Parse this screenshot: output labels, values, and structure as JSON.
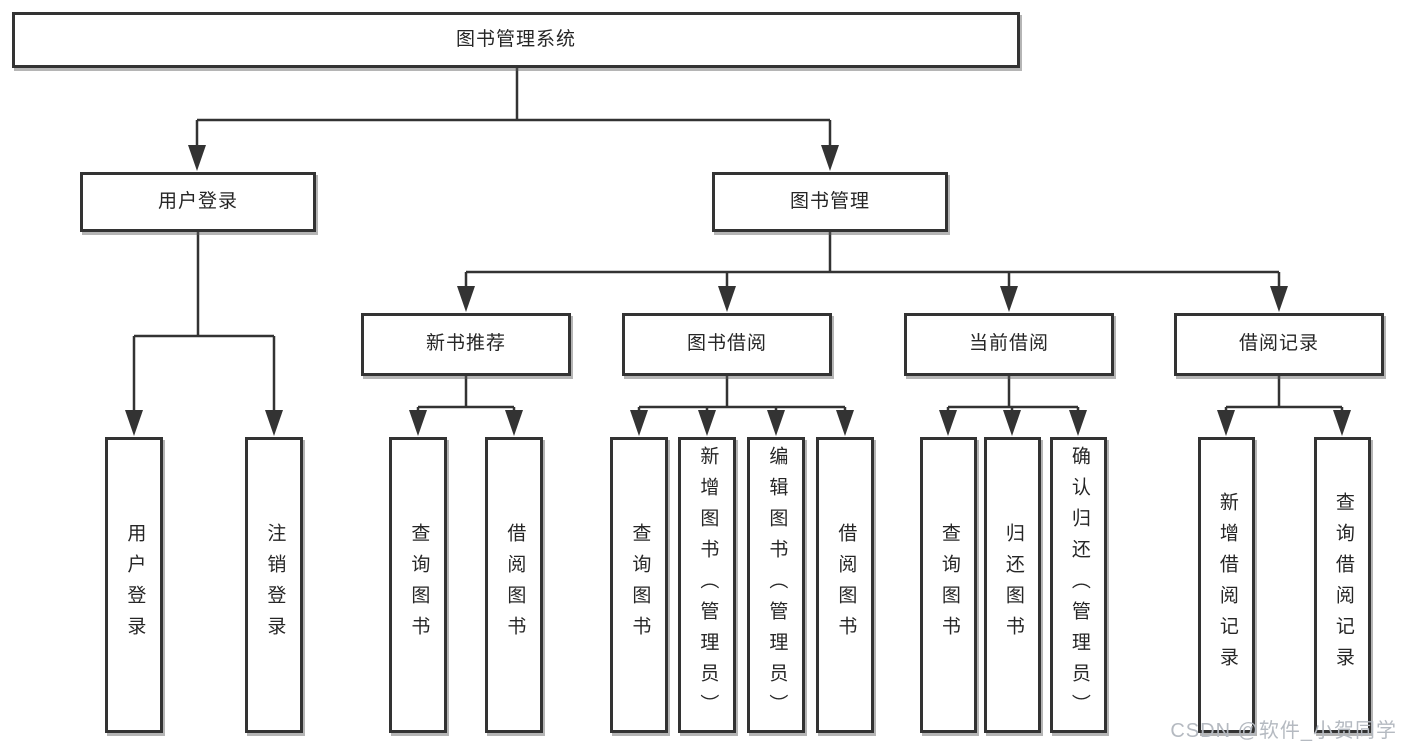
{
  "page": {
    "watermark": "CSDN @软件_小贺同学"
  },
  "colors": {
    "line": "#333333",
    "box_border": "#333333",
    "text": "#262626",
    "background": "#ffffff",
    "watermark": "#b5bac1"
  },
  "tree": {
    "root": {
      "label": "图书管理系统"
    },
    "level2": [
      {
        "label": "用户登录"
      },
      {
        "label": "图书管理"
      }
    ],
    "level3": [
      {
        "label": "新书推荐"
      },
      {
        "label": "图书借阅"
      },
      {
        "label": "当前借阅"
      },
      {
        "label": "借阅记录"
      }
    ],
    "leaves": {
      "user_login": [
        {
          "label": "用户登录"
        },
        {
          "label": "注销登录"
        }
      ],
      "new_book_recommend": [
        {
          "label": "查询图书"
        },
        {
          "label": "借阅图书"
        }
      ],
      "book_borrow": [
        {
          "label": "查询图书"
        },
        {
          "label": "新增图书（管理员）"
        },
        {
          "label": "编辑图书（管理员）"
        },
        {
          "label": "借阅图书"
        }
      ],
      "current_borrow": [
        {
          "label": "查询图书"
        },
        {
          "label": "归还图书"
        },
        {
          "label": "确认归还（管理员）"
        }
      ],
      "borrow_records": [
        {
          "label": "新增借阅记录"
        },
        {
          "label": "查询借阅记录"
        }
      ]
    }
  }
}
